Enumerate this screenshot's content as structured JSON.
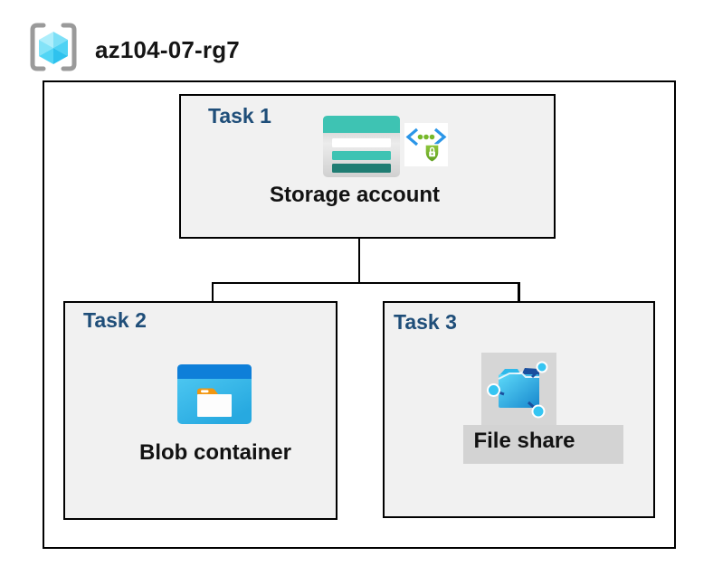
{
  "resource_group": {
    "name": "az104-07-rg7",
    "icon": "resource-group-icon"
  },
  "tasks": [
    {
      "label": "Task 1",
      "item": "Storage account",
      "icons": [
        "storage-account-icon",
        "sas-shield-lock-icon"
      ]
    },
    {
      "label": "Task 2",
      "item": "Blob container",
      "icons": [
        "blob-container-icon"
      ]
    },
    {
      "label": "Task 3",
      "item": "File share",
      "icons": [
        "file-share-icon"
      ]
    }
  ],
  "connectors": [
    {
      "from": "Storage account",
      "to": "Blob container"
    },
    {
      "from": "Storage account",
      "to": "File share"
    }
  ],
  "colors": {
    "task_label_navy": "#1f4e79",
    "box_fill": "#f1f1f1",
    "box_border": "#000000",
    "storage_teal": "#3ec3b3",
    "storage_teal_dark": "#1f7d73",
    "blob_bar_blue": "#0e7fd9",
    "blob_body_cyan": "#3fc3ef",
    "folder_tab_orange": "#f2960f",
    "fileshare_navy": "#1a4f9e",
    "fileshare_cyan": "#35c5f2",
    "shield_green": "#76b82a",
    "bracket_gray": "#9a9a9a",
    "highlight_gray": "#d6d6d6"
  }
}
